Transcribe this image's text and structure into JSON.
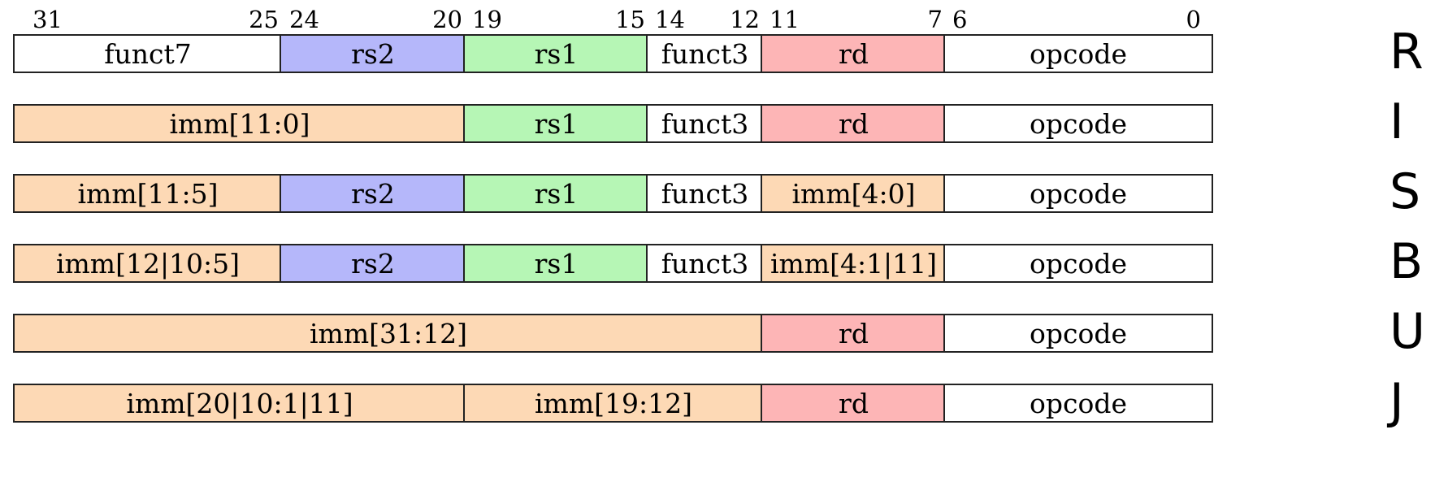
{
  "colors": {
    "imm": "#fdd9b5",
    "rs2": "#b5b7fa",
    "rs1": "#b6f6b5",
    "rd": "#fdb5b6",
    "plain": "#ffffff",
    "border": "#222222"
  },
  "bit_labels": [
    {
      "text": "31",
      "bit": 31,
      "side": "r"
    },
    {
      "text": "25",
      "bit": 25,
      "side": "l"
    },
    {
      "text": "24",
      "bit": 24,
      "side": "r"
    },
    {
      "text": "20",
      "bit": 20,
      "side": "l"
    },
    {
      "text": "19",
      "bit": 19,
      "side": "r"
    },
    {
      "text": "15",
      "bit": 15,
      "side": "l"
    },
    {
      "text": "14",
      "bit": 14,
      "side": "r"
    },
    {
      "text": "12",
      "bit": 12,
      "side": "l"
    },
    {
      "text": "11",
      "bit": 11,
      "side": "r"
    },
    {
      "text": "7",
      "bit": 7,
      "side": "l"
    },
    {
      "text": "6",
      "bit": 6,
      "side": "r"
    },
    {
      "text": "0",
      "bit": 0,
      "side": "l"
    }
  ],
  "formats": [
    {
      "name": "R",
      "fields": [
        {
          "label": "funct7",
          "hi": 31,
          "lo": 25,
          "color": "plain"
        },
        {
          "label": "rs2",
          "hi": 24,
          "lo": 20,
          "color": "rs2"
        },
        {
          "label": "rs1",
          "hi": 19,
          "lo": 15,
          "color": "rs1"
        },
        {
          "label": "funct3",
          "hi": 14,
          "lo": 12,
          "color": "plain"
        },
        {
          "label": "rd",
          "hi": 11,
          "lo": 7,
          "color": "rd"
        },
        {
          "label": "opcode",
          "hi": 6,
          "lo": 0,
          "color": "plain"
        }
      ]
    },
    {
      "name": "I",
      "fields": [
        {
          "label": "imm[11:0]",
          "hi": 31,
          "lo": 20,
          "color": "imm"
        },
        {
          "label": "rs1",
          "hi": 19,
          "lo": 15,
          "color": "rs1"
        },
        {
          "label": "funct3",
          "hi": 14,
          "lo": 12,
          "color": "plain"
        },
        {
          "label": "rd",
          "hi": 11,
          "lo": 7,
          "color": "rd"
        },
        {
          "label": "opcode",
          "hi": 6,
          "lo": 0,
          "color": "plain"
        }
      ]
    },
    {
      "name": "S",
      "fields": [
        {
          "label": "imm[11:5]",
          "hi": 31,
          "lo": 25,
          "color": "imm"
        },
        {
          "label": "rs2",
          "hi": 24,
          "lo": 20,
          "color": "rs2"
        },
        {
          "label": "rs1",
          "hi": 19,
          "lo": 15,
          "color": "rs1"
        },
        {
          "label": "funct3",
          "hi": 14,
          "lo": 12,
          "color": "plain"
        },
        {
          "label": "imm[4:0]",
          "hi": 11,
          "lo": 7,
          "color": "imm"
        },
        {
          "label": "opcode",
          "hi": 6,
          "lo": 0,
          "color": "plain"
        }
      ]
    },
    {
      "name": "B",
      "fields": [
        {
          "label": "imm[12|10:5]",
          "hi": 31,
          "lo": 25,
          "color": "imm"
        },
        {
          "label": "rs2",
          "hi": 24,
          "lo": 20,
          "color": "rs2"
        },
        {
          "label": "rs1",
          "hi": 19,
          "lo": 15,
          "color": "rs1"
        },
        {
          "label": "funct3",
          "hi": 14,
          "lo": 12,
          "color": "plain"
        },
        {
          "label": "imm[4:1|11]",
          "hi": 11,
          "lo": 7,
          "color": "imm"
        },
        {
          "label": "opcode",
          "hi": 6,
          "lo": 0,
          "color": "plain"
        }
      ]
    },
    {
      "name": "U",
      "fields": [
        {
          "label": "imm[31:12]",
          "hi": 31,
          "lo": 12,
          "color": "imm"
        },
        {
          "label": "rd",
          "hi": 11,
          "lo": 7,
          "color": "rd"
        },
        {
          "label": "opcode",
          "hi": 6,
          "lo": 0,
          "color": "plain"
        }
      ]
    },
    {
      "name": "J",
      "fields": [
        {
          "label": "imm[20|10:1|11]",
          "hi": 31,
          "lo": 20,
          "color": "imm"
        },
        {
          "label": "imm[19:12]",
          "hi": 19,
          "lo": 12,
          "color": "imm"
        },
        {
          "label": "rd",
          "hi": 11,
          "lo": 7,
          "color": "rd"
        },
        {
          "label": "opcode",
          "hi": 6,
          "lo": 0,
          "color": "plain"
        }
      ]
    }
  ]
}
